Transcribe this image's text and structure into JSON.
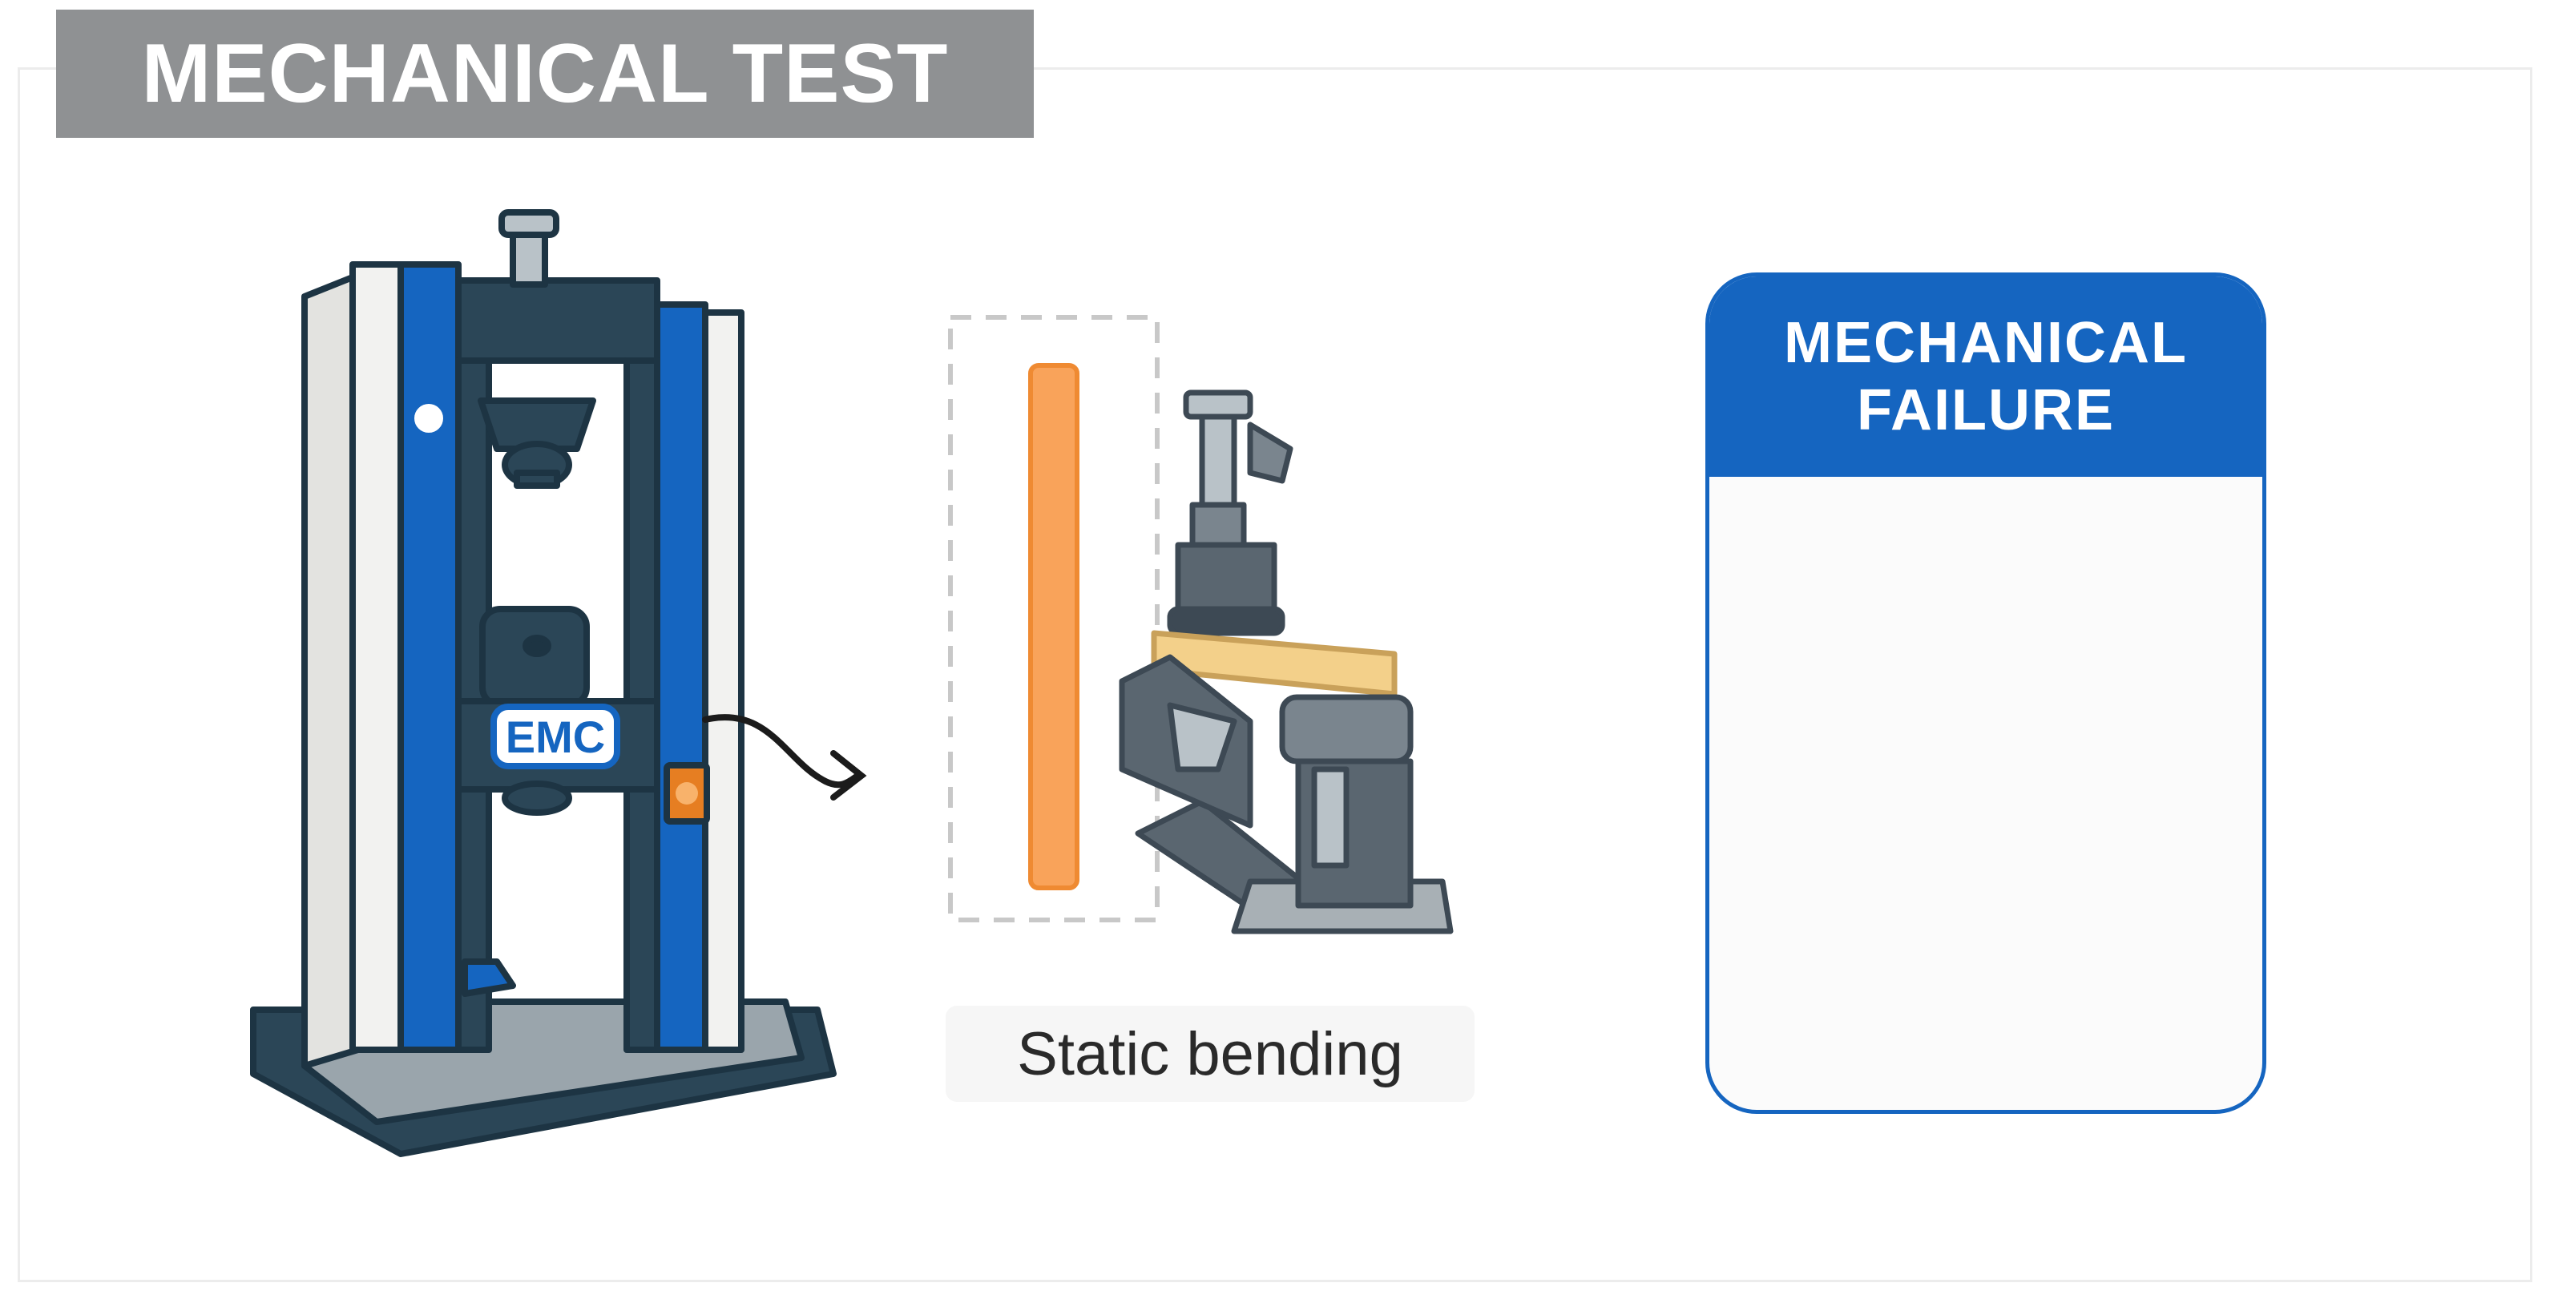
{
  "title": "MECHANICAL TEST",
  "machine": {
    "badge": "EMC"
  },
  "test": {
    "label": "Static bending"
  },
  "failure": {
    "line1": "MECHANICAL",
    "line2": "FAILURE"
  },
  "colors": {
    "banner": "#8f9193",
    "accent_blue": "#1565c0",
    "dark_steel": "#2b4657",
    "specimen_orange": "#f9a35a",
    "wood": "#f3d08a"
  }
}
